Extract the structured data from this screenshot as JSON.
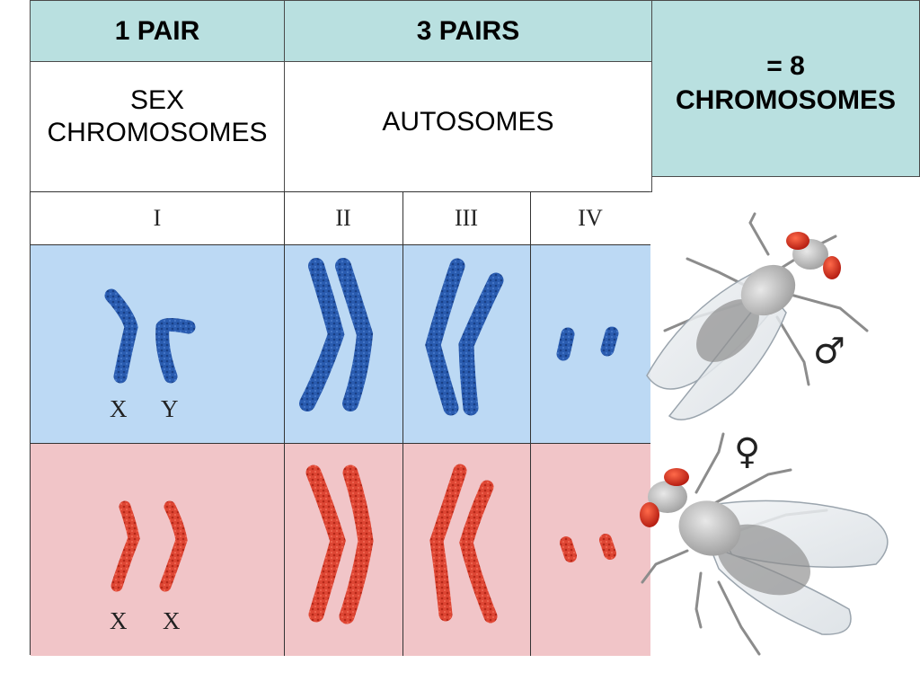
{
  "header": {
    "pair_one": "1 PAIR",
    "pair_three": "3 PAIRS",
    "sex_chromosomes_line1": "SEX",
    "sex_chromosomes_line2": "CHROMOSOMES",
    "autosomes": "AUTOSOMES",
    "total_line1": "= 8",
    "total_line2": "CHROMOSOMES"
  },
  "karyotype": {
    "columns": [
      "I",
      "II",
      "III",
      "IV"
    ],
    "male_labels": [
      "X",
      "Y"
    ],
    "female_labels": [
      "X",
      "X"
    ]
  },
  "symbols": {
    "male": "♂",
    "female": "♀"
  },
  "colors": {
    "header_bg": "#b9e0e0",
    "male_row_bg": "#bcd9f4",
    "female_row_bg": "#f1c5c8",
    "male_chromosome": "#1f4fa0",
    "female_chromosome": "#d63a2a"
  }
}
